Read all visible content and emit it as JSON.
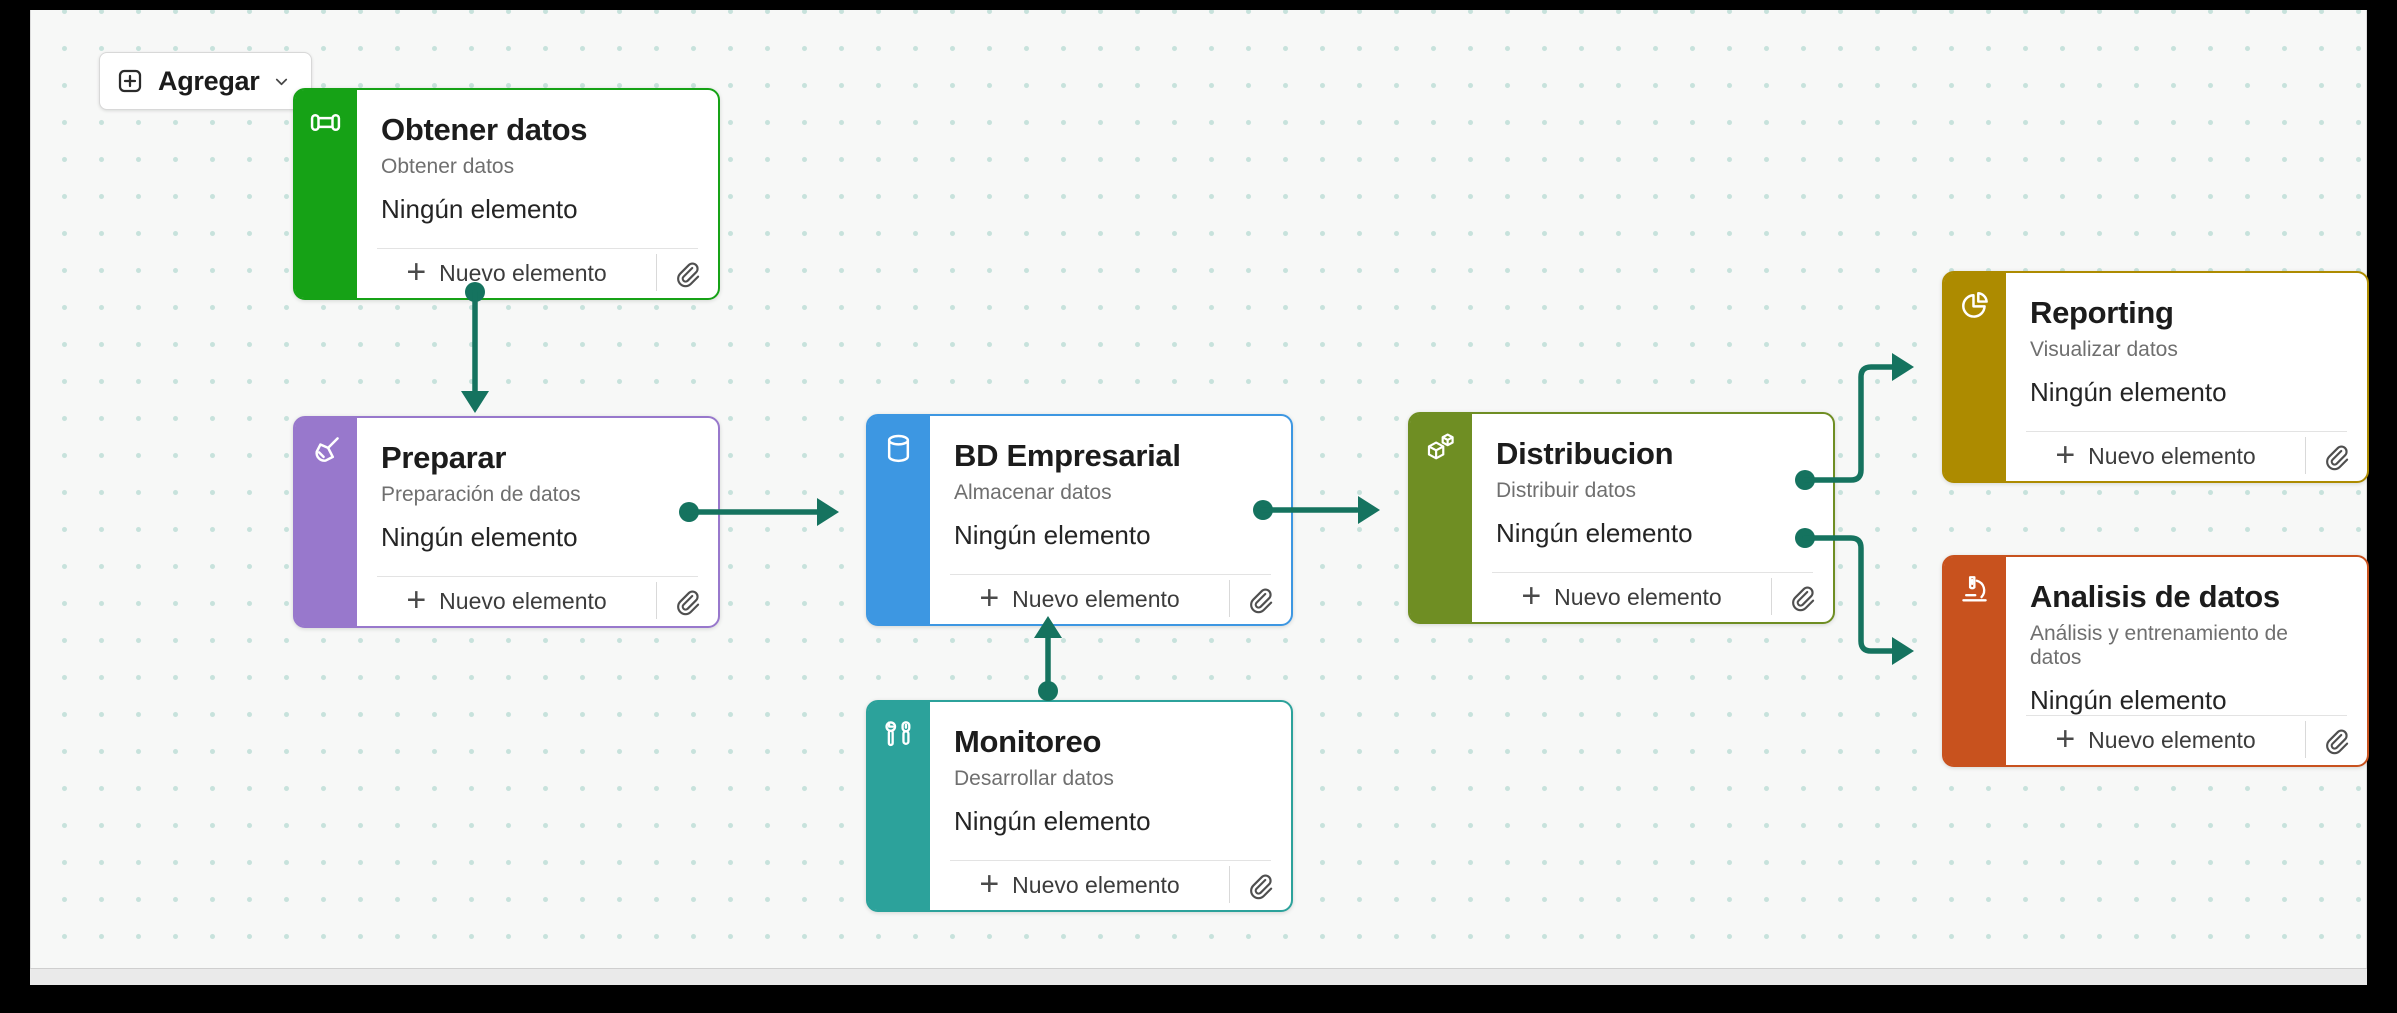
{
  "toolbar": {
    "add_label": "Agregar"
  },
  "canvas": {
    "cards": [
      {
        "id": "obtener-datos",
        "title": "Obtener datos",
        "subtitle": "Obtener datos",
        "empty_text": "Ningún elemento",
        "new_item_label": "Nuevo elemento",
        "icon": "pipeline-icon",
        "color": "#16A216"
      },
      {
        "id": "preparar",
        "title": "Preparar",
        "subtitle": "Preparación de datos",
        "empty_text": "Ningún elemento",
        "new_item_label": "Nuevo elemento",
        "icon": "broom-icon",
        "color": "#9878CC"
      },
      {
        "id": "bd-empresarial",
        "title": "BD Empresarial",
        "subtitle": "Almacenar datos",
        "empty_text": "Ningún elemento",
        "new_item_label": "Nuevo elemento",
        "icon": "database-icon",
        "color": "#3D97E2"
      },
      {
        "id": "monitoreo",
        "title": "Monitoreo",
        "subtitle": "Desarrollar datos",
        "empty_text": "Ningún elemento",
        "new_item_label": "Nuevo elemento",
        "icon": "tools-icon",
        "color": "#2CA29B"
      },
      {
        "id": "distribucion",
        "title": "Distribucion",
        "subtitle": "Distribuir datos",
        "empty_text": "Ningún elemento",
        "new_item_label": "Nuevo elemento",
        "icon": "cubes-icon",
        "color": "#6F8E23"
      },
      {
        "id": "reporting",
        "title": "Reporting",
        "subtitle": "Visualizar datos",
        "empty_text": "Ningún elemento",
        "new_item_label": "Nuevo elemento",
        "icon": "pie-icon",
        "color": "#AD8B00"
      },
      {
        "id": "analisis-de-datos",
        "title": "Analisis de datos",
        "subtitle": "Análisis y entrenamiento de datos",
        "empty_text": "Ningún elemento",
        "new_item_label": "Nuevo elemento",
        "icon": "microscope-icon",
        "color": "#C8521E"
      }
    ],
    "connections": [
      {
        "from": "obtener-datos",
        "to": "preparar"
      },
      {
        "from": "preparar",
        "to": "bd-empresarial"
      },
      {
        "from": "bd-empresarial",
        "to": "distribucion"
      },
      {
        "from": "monitoreo",
        "to": "bd-empresarial"
      },
      {
        "from": "distribucion",
        "to": "reporting"
      },
      {
        "from": "distribucion",
        "to": "analisis-de-datos"
      }
    ]
  },
  "colors": {
    "connector": "#15735F",
    "canvas_bg": "#F7F8F7",
    "grid_dot": "#C7E2DC"
  }
}
